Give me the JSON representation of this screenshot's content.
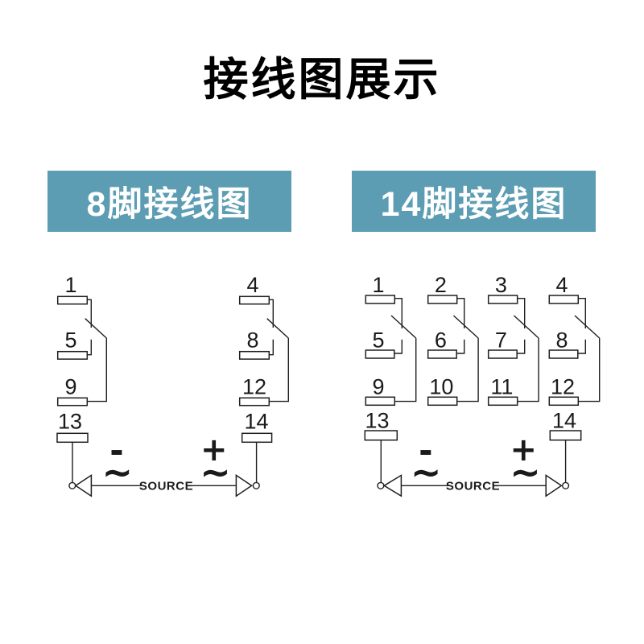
{
  "page": {
    "title": "接线图展示",
    "background_color": "#ffffff",
    "accent_color": "#5c9db3",
    "header_text_color": "#ffffff",
    "line_color": "#1f1f1f"
  },
  "diagram_8pin": {
    "header": "8脚接线图",
    "columns": [
      {
        "top_pin": "1",
        "mid_pin": "5",
        "bottom_pin": "9"
      },
      {
        "top_pin": "4",
        "mid_pin": "8",
        "bottom_pin": "12"
      }
    ],
    "power": {
      "left_pin": "13",
      "right_pin": "14",
      "source_label": "SOURCE",
      "negative_symbol": "-",
      "positive_symbol": "+",
      "ac_symbol_left": "~",
      "ac_symbol_right": "~"
    }
  },
  "diagram_14pin": {
    "header": "14脚接线图",
    "columns": [
      {
        "top_pin": "1",
        "mid_pin": "5",
        "bottom_pin": "9"
      },
      {
        "top_pin": "2",
        "mid_pin": "6",
        "bottom_pin": "10"
      },
      {
        "top_pin": "3",
        "mid_pin": "7",
        "bottom_pin": "11"
      },
      {
        "top_pin": "4",
        "mid_pin": "8",
        "bottom_pin": "12"
      }
    ],
    "power": {
      "left_pin": "13",
      "right_pin": "14",
      "source_label": "SOURCE",
      "negative_symbol": "-",
      "positive_symbol": "+",
      "ac_symbol_left": "~",
      "ac_symbol_right": "~"
    }
  }
}
